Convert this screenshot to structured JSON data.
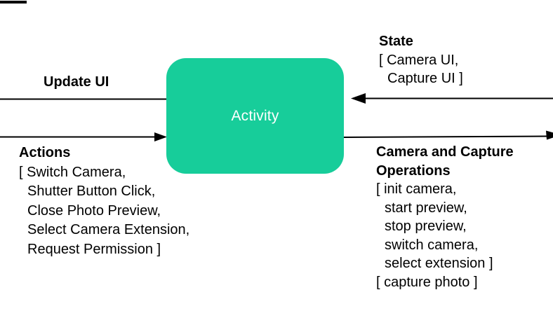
{
  "colors": {
    "background": "#ffffff",
    "activity_fill": "#17CD9A",
    "activity_text": "#ffffff",
    "line_color": "#000000",
    "text_color": "#000000"
  },
  "activity": {
    "label": "Activity"
  },
  "left": {
    "update_ui": "Update UI",
    "actions": {
      "title": "Actions",
      "items": [
        "[ Switch Camera,",
        "Shutter Button Click,",
        "Close Photo Preview,",
        "Select Camera Extension,",
        "Request Permission ]"
      ]
    }
  },
  "right": {
    "state": {
      "title": "State",
      "items": [
        "[ Camera UI,",
        "Capture UI ]"
      ]
    },
    "operations": {
      "title_line1": "Camera and Capture",
      "title_line2": "Operations",
      "items": [
        "[ init camera,",
        "start preview,",
        "stop preview,",
        "switch camera,",
        "select extension ]",
        "[ capture photo ]"
      ]
    }
  },
  "connectors": [
    {
      "id": "activity-to-update-ui",
      "label": "Update UI",
      "from": "activity",
      "to": "left-edge",
      "direction": "left"
    },
    {
      "id": "actions-to-activity",
      "label": "Actions",
      "from": "left-edge",
      "to": "activity",
      "direction": "right"
    },
    {
      "id": "state-to-activity",
      "label": "State",
      "from": "right-edge",
      "to": "activity",
      "direction": "left"
    },
    {
      "id": "activity-to-operations",
      "label": "Camera and Capture Operations",
      "from": "activity",
      "to": "right-edge",
      "direction": "right"
    }
  ]
}
